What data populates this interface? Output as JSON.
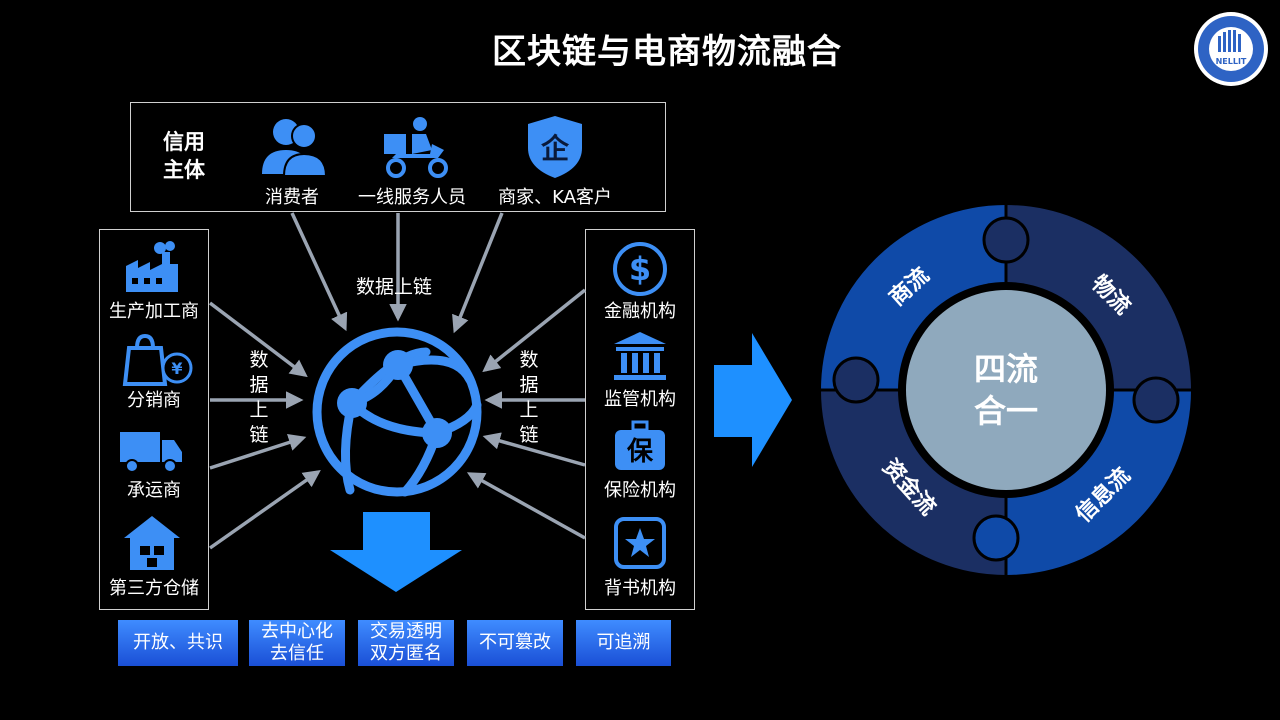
{
  "title": "区块链与电商物流融合",
  "colors": {
    "icon_blue": "#3d8ff5",
    "arrow_gray": "#9aa4b2",
    "globe_blue": "#3d8ff5",
    "ring_dark": "#1b2f63",
    "ring_mid": "#0f4aa8",
    "center_fill": "#8fa9bd"
  },
  "credit_subject": {
    "label_line1": "信用",
    "label_line2": "主体",
    "items": [
      {
        "label": "消费者",
        "icon": "users-icon"
      },
      {
        "label": "一线服务人员",
        "icon": "delivery-scooter-icon"
      },
      {
        "label": "商家、KA客户",
        "icon": "enterprise-shield-icon"
      }
    ]
  },
  "left_column": [
    {
      "label": "生产加工商",
      "icon": "factory-icon"
    },
    {
      "label": "分销商",
      "icon": "shopping-bag-yen-icon"
    },
    {
      "label": "承运商",
      "icon": "truck-icon"
    },
    {
      "label": "第三方仓储",
      "icon": "warehouse-icon"
    }
  ],
  "right_column": [
    {
      "label": "金融机构",
      "icon": "dollar-coin-icon"
    },
    {
      "label": "监管机构",
      "icon": "government-building-icon"
    },
    {
      "label": "保险机构",
      "icon": "insurance-icon"
    },
    {
      "label": "背书机构",
      "icon": "star-badge-icon"
    }
  ],
  "flow_labels": {
    "top": "数据上链",
    "left": [
      "数",
      "据",
      "上",
      "链"
    ],
    "right": [
      "数",
      "据",
      "上",
      "链"
    ]
  },
  "features": [
    {
      "line1": "开放、共识",
      "line2": ""
    },
    {
      "line1": "去中心化",
      "line2": "去信任"
    },
    {
      "line1": "交易透明",
      "line2": "双方匿名"
    },
    {
      "line1": "不可篡改",
      "line2": ""
    },
    {
      "line1": "可追溯",
      "line2": ""
    }
  ],
  "ring": {
    "center_line1": "四流",
    "center_line2": "合一",
    "segments": [
      "商流",
      "物流",
      "资金流",
      "信息流"
    ]
  },
  "logo": {
    "text": "NELLIT"
  }
}
